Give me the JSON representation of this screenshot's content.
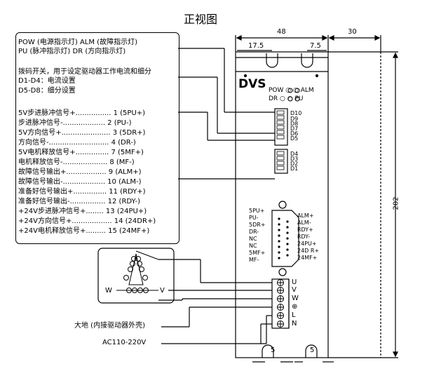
{
  "title": "正视图",
  "legend": {
    "leds_line1": "POW (电源指示灯)   ALM (故障指示灯)",
    "leds_line2": "PU  (脉冲指示灯)   DR (方向指示灯)",
    "dip_title": "拨码开关，用于设定驱动器工作电流和细分",
    "dip_d1_d4": "D1-D4：电流设置",
    "dip_d5_d8": "D5-D8：细分设置",
    "signals": [
      "5V步进脉冲信号+................ 1 (5PU+)",
      "步进脉冲信号-................... 2 (PU-)",
      "5V方向信号+...................... 3 (5DR+)",
      "方向信号-........................... 4 (DR-)",
      "5V电机释放信号+............... 7 (5MF+)",
      "电机释放信号-.................... 8 (MF-)",
      "故障信号输出+.................. 9 (ALM+)",
      "故障信号输出-................... 10 (ALM-)",
      "准备好信号输出+............... 11 (RDY+)",
      "准备好信号输出-................ 12 (RDY-)",
      "+24V步进脉冲信号+........ 13 (24PU+)",
      "+24V方向信号+.................. 14 (24DR+)",
      "+24V电机释放信号+......... 15 (24MF+)"
    ]
  },
  "dimensions": {
    "width_48": "48",
    "width_30": "30",
    "hole_17_5": "17.5",
    "hole_7_5": "7.5",
    "height_202": "202",
    "bottom_5_left": "5",
    "bottom_5_right": "5"
  },
  "driver": {
    "model": "DVS",
    "led_row1": "POW ○ ○ ALM",
    "led_row2": "DR   ○ ○  PU",
    "dip_labels": [
      "D10",
      "D9",
      "D8",
      "D7",
      "D6",
      "D5",
      "D4",
      "D3",
      "D2",
      "D1"
    ],
    "connector_left": [
      "5PU+",
      "PU-",
      "5DR+",
      "DR-",
      "NC",
      "NC",
      "5MF+",
      "MF-"
    ],
    "connector_right": [
      "ALM+",
      "ALM-",
      "RDY+",
      "RDY-",
      "24PU+",
      "24D R+",
      "24MF+"
    ],
    "terminals": [
      "U",
      "V",
      "W",
      "⊕",
      "L",
      "N"
    ]
  },
  "motor": {
    "w_label": "W",
    "v_label": "V"
  },
  "earth_label": "大地 (内接驱动器外壳)",
  "power_label": "AC110-220V"
}
